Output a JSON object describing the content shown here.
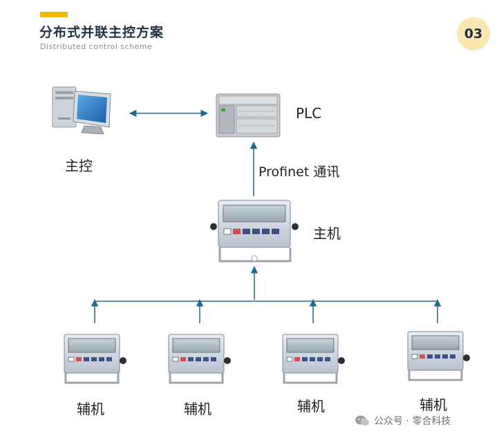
{
  "header": {
    "title": "分布式并联主控方案",
    "subtitle": "Distributed control scheme",
    "page_number": "03"
  },
  "nodes": {
    "master_pc": "主控",
    "plc": "PLC",
    "link": "Profinet 通讯",
    "host": "主机",
    "aux_1": "辅机",
    "aux_2": "辅机",
    "aux_3": "辅机",
    "aux_4": "辅机"
  },
  "watermark": "公众号 · 零合科技",
  "colors": {
    "accent": "#f2b705",
    "arrow": "#1f6a8a",
    "title": "#1f2f45"
  }
}
